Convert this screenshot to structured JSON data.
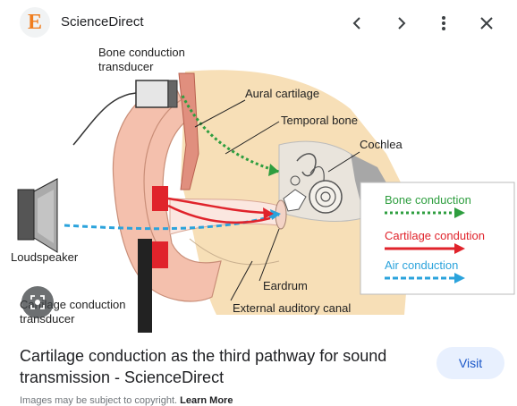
{
  "header": {
    "logo_letter": "E",
    "site_name": "ScienceDirect"
  },
  "figure": {
    "labels": {
      "bone_transducer_1": "Bone conduction",
      "bone_transducer_2": "transducer",
      "aural_cartilage": "Aural cartilage",
      "temporal_bone": "Temporal bone",
      "cochlea": "Cochlea",
      "loudspeaker": "Loudspeaker",
      "cartilage_transducer_1": "Cartilage conduction",
      "cartilage_transducer_2": "transducer",
      "eardrum": "Eardrum",
      "ear_canal": "External auditory canal"
    },
    "legend": [
      {
        "label": "Bone conduction",
        "color": "#2e9e3f"
      },
      {
        "label": "Cartilage condution",
        "color": "#e0232b"
      },
      {
        "label": "Air conduction",
        "color": "#2ba3dc"
      }
    ]
  },
  "caption": {
    "title": "Cartilage conduction as the third pathway for sound transmission - ScienceDirect",
    "visit_label": "Visit",
    "notice": "Images may be subject to copyright.",
    "learn_more": "Learn More"
  }
}
